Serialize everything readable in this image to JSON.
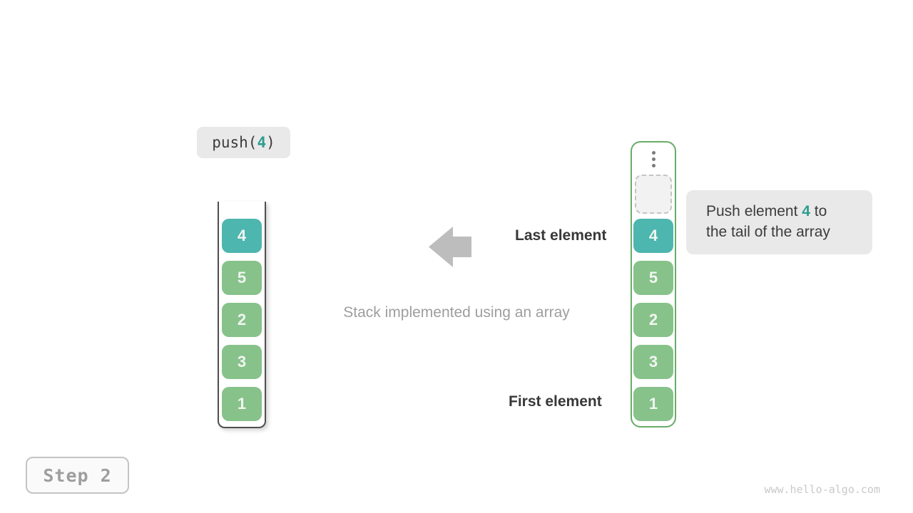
{
  "operation": {
    "prefix": "push(",
    "arg": "4",
    "suffix": ")"
  },
  "stack": {
    "description": "stack container open at top",
    "values": [
      "4",
      "5",
      "2",
      "3",
      "1"
    ]
  },
  "array": {
    "description": "array container with ellipsis and empty tail slot",
    "values": [
      "4",
      "5",
      "2",
      "3",
      "1"
    ],
    "ellipsis_icon": "vertical-ellipsis"
  },
  "labels": {
    "last_element": "Last element",
    "first_element": "First element"
  },
  "caption": "Stack implemented using an array",
  "callout": {
    "line1_pre": "Push element ",
    "highlight": "4",
    "line1_post": " to",
    "line2": "the tail of the array"
  },
  "step": {
    "label": "Step 2"
  },
  "watermark": "www.hello-algo.com",
  "icons": {
    "arrow": "left-block-arrow",
    "dots": "vertical-ellipsis"
  },
  "colors": {
    "highlight_teal": "#4db6ae",
    "highlight_teal_text": "#2f9c8f",
    "cell_green": "#87c28a",
    "container_green_border": "#67ac67",
    "stack_border_gray": "#4f4f4f",
    "chip_gray": "#e9e9e9",
    "text_dark": "#3c3c3c",
    "label_dark": "#383838",
    "text_gray": "#9e9e9e",
    "arrow_gray": "#bdbdbd",
    "watermark_gray": "#c9c9c9"
  }
}
